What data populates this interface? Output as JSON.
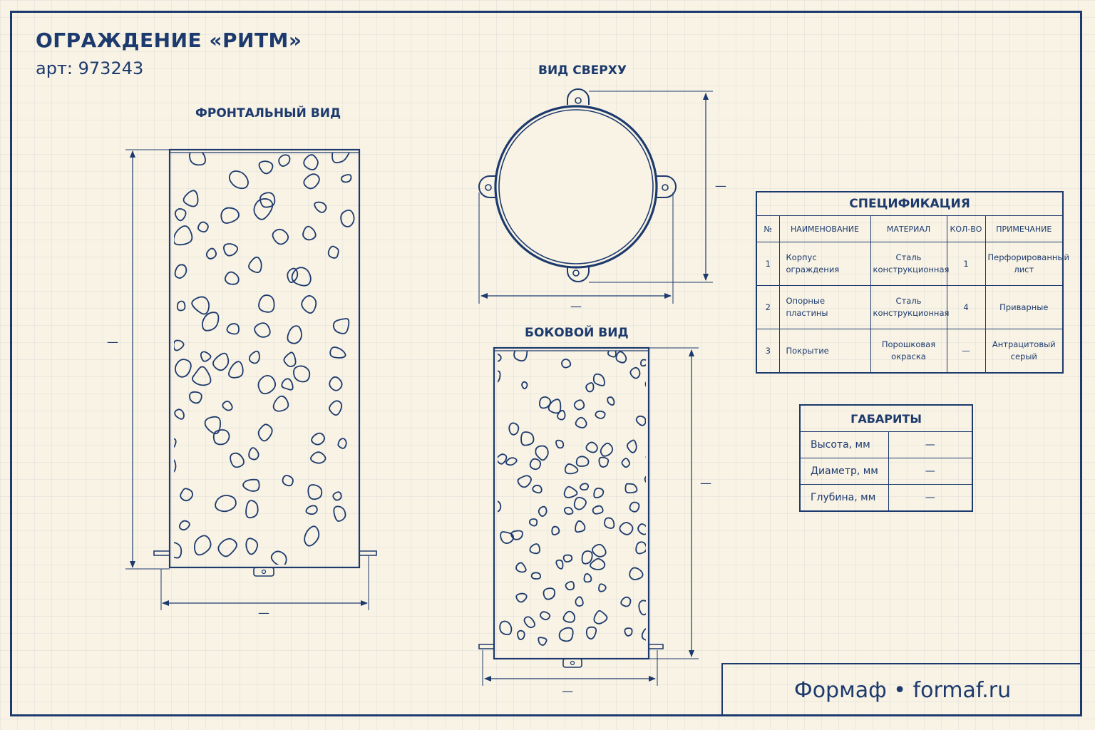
{
  "header": {
    "title": "ОГРАЖДЕНИЕ «РИТМ»",
    "article": "арт: 973243"
  },
  "views": {
    "front": "ФРОНТАЛЬНЫЙ ВИД",
    "top": "ВИД СВЕРХУ",
    "side": "БОКОВОЙ ВИД"
  },
  "dimensions": {
    "front_height": "—",
    "front_width": "—",
    "top_height": "—",
    "top_width": "—",
    "side_height": "—",
    "side_width": "—"
  },
  "spec": {
    "title": "СПЕЦИФИКАЦИЯ",
    "columns": [
      "№",
      "НАИМЕНОВАНИЕ",
      "МАТЕРИАЛ",
      "КОЛ-ВО",
      "ПРИМЕЧАНИЕ"
    ],
    "rows": [
      {
        "num": "1",
        "name": "Корпус ограждения",
        "material": "Сталь конструкционная",
        "qty": "1",
        "note": "Перфорированный лист"
      },
      {
        "num": "2",
        "name": "Опорные пластины",
        "material": "Сталь конструкционная",
        "qty": "4",
        "note": "Приварные"
      },
      {
        "num": "3",
        "name": "Покрытие",
        "material": "Порошковая окраска",
        "qty": "—",
        "note": "Антрацитовый серый"
      }
    ]
  },
  "gabarity": {
    "title": "ГАБАРИТЫ",
    "rows": [
      {
        "label": "Высота, мм",
        "value": "—"
      },
      {
        "label": "Диаметр, мм",
        "value": "—"
      },
      {
        "label": "Глубина, мм",
        "value": "—"
      }
    ]
  },
  "brand": "Формаф • formaf.ru",
  "colors": {
    "line": "#1d3a6e",
    "paper": "#f8f3e4"
  }
}
